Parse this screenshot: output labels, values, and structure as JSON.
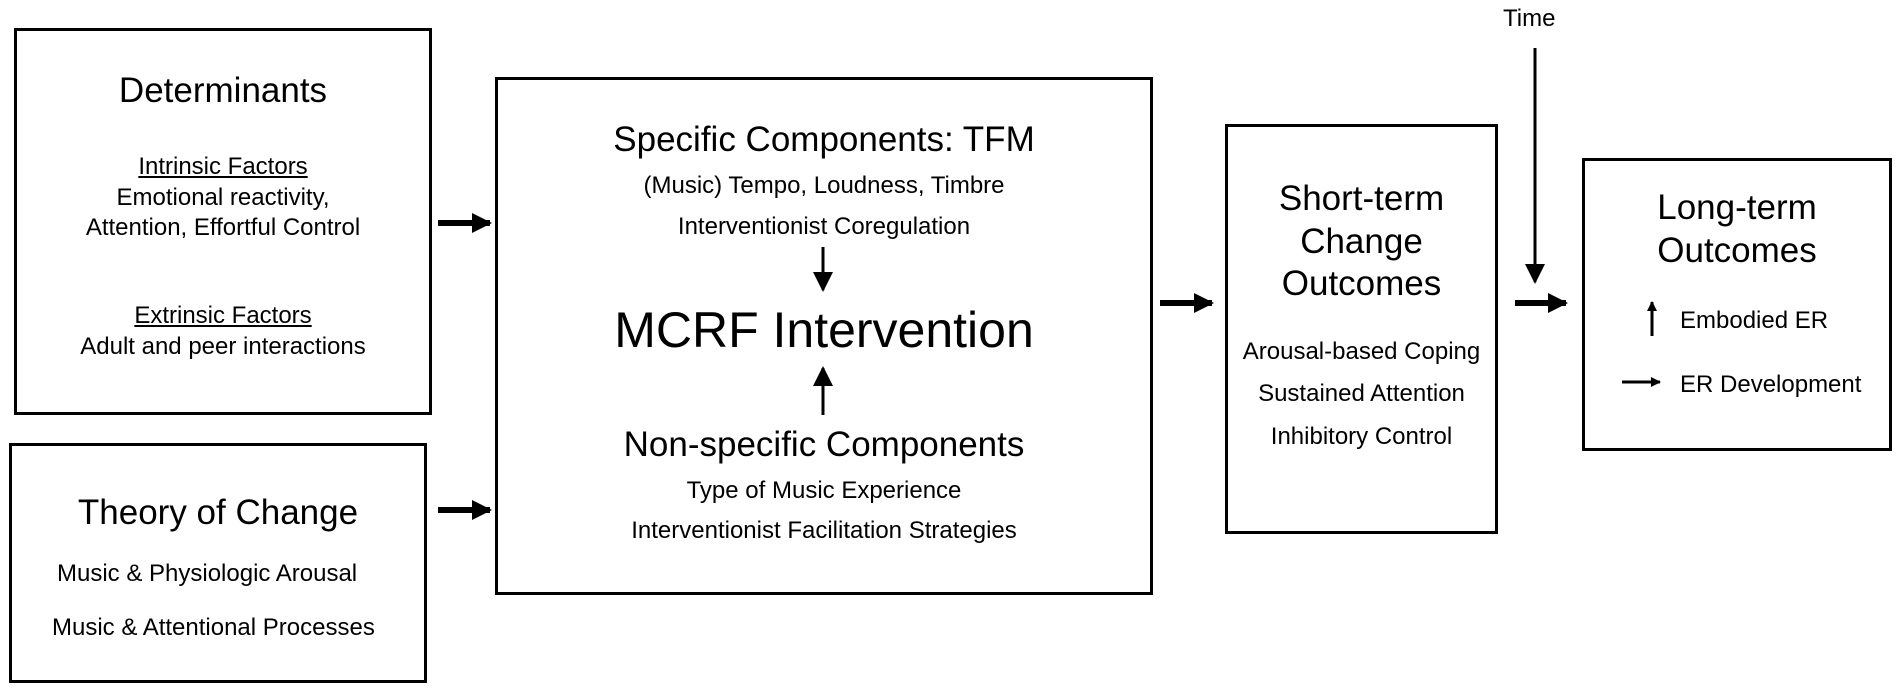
{
  "determinants": {
    "title": "Determinants",
    "intrinsic_heading": "Intrinsic Factors",
    "intrinsic_line1": "Emotional reactivity,",
    "intrinsic_line2": "Attention, Effortful Control",
    "extrinsic_heading": "Extrinsic Factors",
    "extrinsic_line1": "Adult and peer interactions"
  },
  "theory_of_change": {
    "title": "Theory of Change",
    "line1": "Music & Physiologic Arousal",
    "line2": "Music & Attentional Processes"
  },
  "intervention": {
    "specific_title": "Specific Components: TFM",
    "specific_line1": "(Music) Tempo, Loudness, Timbre",
    "specific_line2": "Interventionist Coregulation",
    "main_title": "MCRF Intervention",
    "nonspecific_title": "Non-specific Components",
    "nonspecific_line1": "Type of Music Experience",
    "nonspecific_line2": "Interventionist Facilitation Strategies"
  },
  "short_term": {
    "title_line1": "Short-term",
    "title_line2": "Change",
    "title_line3": "Outcomes",
    "item1": "Arousal-based Coping",
    "item2": "Sustained Attention",
    "item3": "Inhibitory Control"
  },
  "long_term": {
    "title_line1": "Long-term",
    "title_line2": "Outcomes",
    "item1": "Embodied ER",
    "item2": "ER Development"
  },
  "time_label": "Time"
}
